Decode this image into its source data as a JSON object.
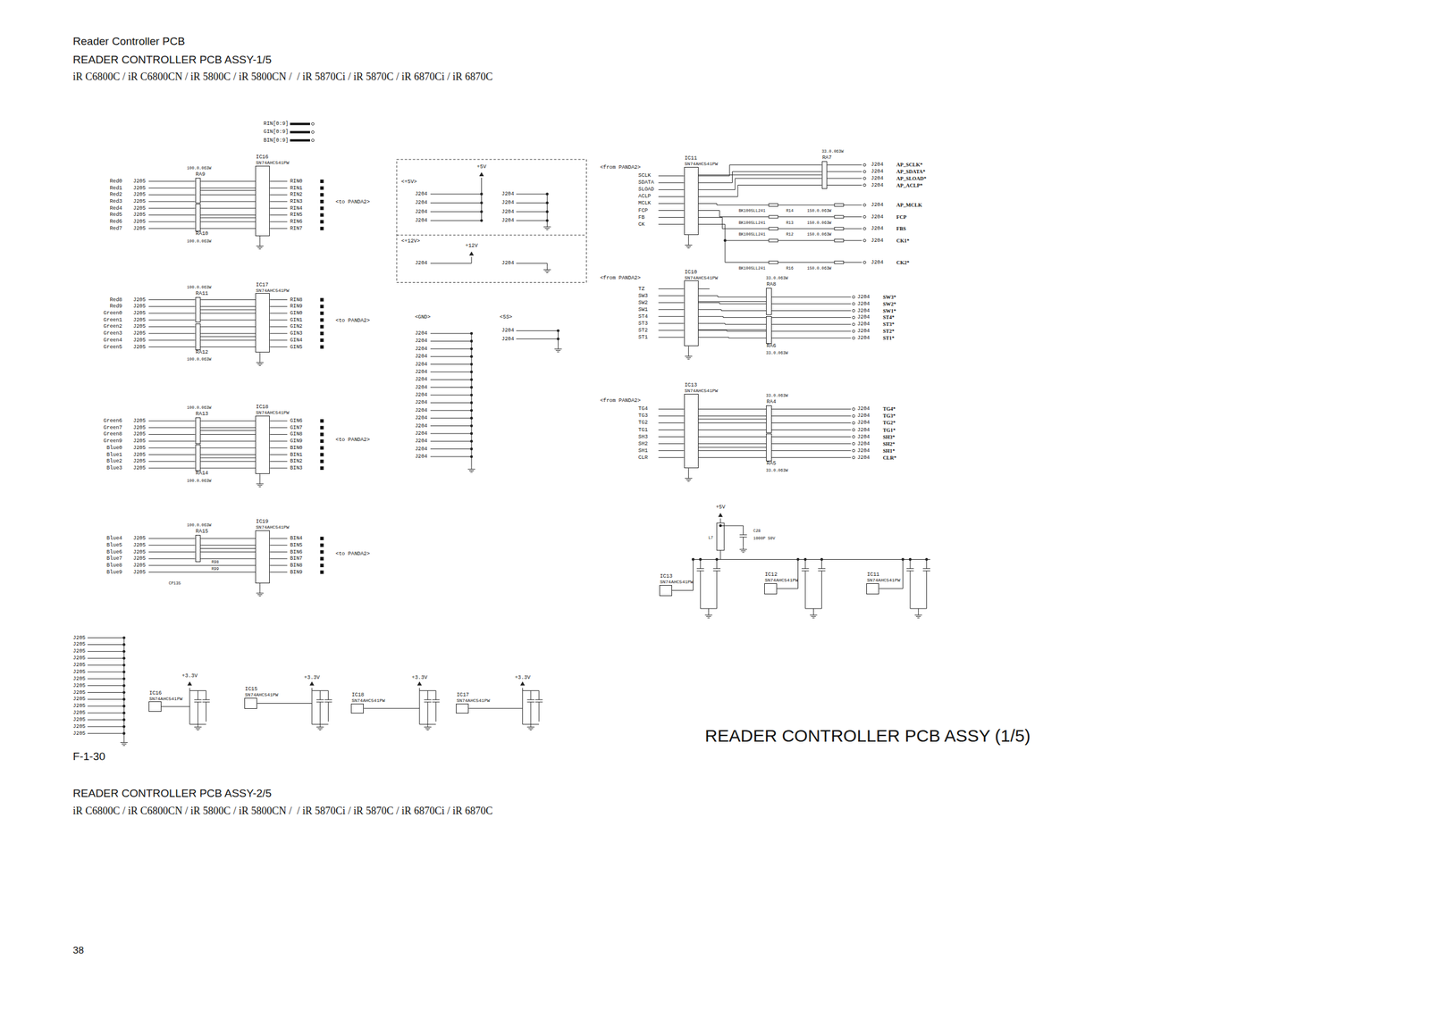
{
  "diagram": {
    "title": "Reader Controller PCB",
    "caption": "READER CONTROLLER PCB ASSY (1/5)",
    "nodes": [
      {
        "text": [
          "IC16",
          "SN74AHC541PW"
        ]
      },
      {
        "text": [
          "RA9"
        ]
      },
      {
        "text": [
          "RA10"
        ]
      },
      {
        "text": [
          "IC17",
          "SN74AHC541PW"
        ]
      },
      {
        "text": [
          "RA11"
        ]
      },
      {
        "text": [
          "RA12"
        ]
      },
      {
        "text": [
          "IC18",
          "SN74AHC541PW"
        ]
      },
      {
        "text": [
          "RA13"
        ]
      },
      {
        "text": [
          "RA14"
        ]
      },
      {
        "text": [
          "IC19",
          "SN74AHC541PW"
        ]
      },
      {
        "text": [
          "RA15"
        ]
      },
      {
        "text": [
          "IC11",
          "SN74AHC541PW"
        ]
      },
      {
        "text": [
          "RA7"
        ]
      },
      {
        "text": [
          "IC10",
          "SN74AHC541PW"
        ]
      },
      {
        "text": [
          "RA8"
        ]
      },
      {
        "text": [
          "RA6"
        ]
      },
      {
        "text": [
          "IC13",
          "SN74AHC541PW"
        ]
      },
      {
        "text": [
          "RA4"
        ]
      },
      {
        "text": [
          "RA5"
        ]
      },
      {
        "text": [
          "IC13",
          "SN74AHC541PW"
        ]
      },
      {
        "text": [
          "IC12",
          "SN74AHC541PW"
        ]
      },
      {
        "text": [
          "IC11",
          "SN74AHC541PW"
        ]
      },
      {
        "text": [
          "IC16",
          "SN74AHC541PW"
        ]
      },
      {
        "text": [
          "IC15",
          "SN74AHC541PW"
        ]
      },
      {
        "text": [
          "IC18",
          "SN74AHC541PW"
        ]
      },
      {
        "text": [
          "IC17",
          "SN74AHC541PW"
        ]
      }
    ],
    "edges": [
      {
        "from": 1,
        "to": 0,
        "arrow": "none"
      },
      {
        "from": 2,
        "to": 0,
        "arrow": "none"
      },
      {
        "from": 4,
        "to": 3,
        "arrow": "none"
      },
      {
        "from": 5,
        "to": 3,
        "arrow": "none"
      },
      {
        "from": 7,
        "to": 6,
        "arrow": "none"
      },
      {
        "from": 8,
        "to": 6,
        "arrow": "none"
      },
      {
        "from": 10,
        "to": 9,
        "arrow": "none"
      },
      {
        "from": 11,
        "to": 12,
        "arrow": "none"
      },
      {
        "from": 13,
        "to": 14,
        "arrow": "none"
      },
      {
        "from": 13,
        "to": 15,
        "arrow": "none"
      },
      {
        "from": 16,
        "to": 17,
        "arrow": "none"
      },
      {
        "from": 16,
        "to": 18,
        "arrow": "none"
      }
    ],
    "labels": [
      "READER CONTROLLER PCB ASSY-1/5",
      "iR C6800C / iR C6800CN / iR 5800C / iR 5800CN /  / iR 5870Ci / iR 5870C / iR 6870Ci / iR 6870C",
      "RIN[0:9]",
      "GIN[0:9]",
      "BIN[0:9]",
      "Red0",
      "Red1",
      "Red2",
      "Red3",
      "Red4",
      "Red5",
      "Red6",
      "Red7",
      "J205",
      "J205",
      "J205",
      "J205",
      "J205",
      "J205",
      "J205",
      "J205",
      "100.0.063W",
      "100.0.063W",
      "RIN0",
      "RIN1",
      "RIN2",
      "RIN3",
      "RIN4",
      "RIN5",
      "RIN6",
      "RIN7",
      "<to PANDA2>",
      "Red8",
      "Red9",
      "Green0",
      "Green1",
      "Green2",
      "Green3",
      "Green4",
      "Green5",
      "J205",
      "J205",
      "J205",
      "J205",
      "J205",
      "J205",
      "J205",
      "J205",
      "100.0.063W",
      "100.0.063W",
      "RIN8",
      "RIN9",
      "GIN0",
      "GIN1",
      "GIN2",
      "GIN3",
      "GIN4",
      "GIN5",
      "<to PANDA2>",
      "Green6",
      "Green7",
      "Green8",
      "Green9",
      "Blue0",
      "Blue1",
      "Blue2",
      "Blue3",
      "J205",
      "J205",
      "J205",
      "J205",
      "J205",
      "J205",
      "J205",
      "J205",
      "100.0.063W",
      "100.0.063W",
      "GIN6",
      "GIN7",
      "GIN8",
      "GIN9",
      "BIN0",
      "BIN1",
      "BIN2",
      "BIN3",
      "<to PANDA2>",
      "Blue4",
      "Blue5",
      "Blue6",
      "Blue7",
      "Blue8",
      "Blue9",
      "J205",
      "J205",
      "J205",
      "J205",
      "J205",
      "J205",
      "100.0.063W",
      "R98",
      "R99",
      "CP135",
      "BIN4",
      "BIN5",
      "BIN6",
      "BIN7",
      "BIN8",
      "BIN9",
      "<to PANDA2>",
      "J205",
      "J205",
      "J205",
      "J205",
      "J205",
      "J205",
      "J205",
      "J205",
      "J205",
      "J205",
      "J205",
      "J205",
      "J205",
      "J205",
      "J205",
      "+3.3V",
      "+3.3V",
      "+3.3V",
      "+3.3V",
      "<+5V>",
      "+5V",
      "J204",
      "J204",
      "J204",
      "J204",
      "J204",
      "J204",
      "J204",
      "J204",
      "<+12V>",
      "+12V",
      "J204",
      "J204",
      "<GND>",
      "J204",
      "J204",
      "J204",
      "J204",
      "J204",
      "J204",
      "J204",
      "J204",
      "J204",
      "J204",
      "J204",
      "J204",
      "J204",
      "J204",
      "J204",
      "J204",
      "J204",
      "<5S>",
      "J204",
      "J204",
      "<from PANDA2>",
      "SCLK",
      "SDATA",
      "SLOAD",
      "ACLP",
      "MCLK",
      "FCP",
      "FB",
      "CK",
      "33.0.063W",
      "J204",
      "J204",
      "J204",
      "J204",
      "AP_SCLK*",
      "AP_SDATA*",
      "AP_SLOAD*",
      "AP_ACLP*",
      "J204",
      "J204",
      "J204",
      "J204",
      "J204",
      "AP_MCLK",
      "FCP",
      "FBS",
      "CK1*",
      "CK2*",
      "BK1005LL241",
      "BK1005LL241",
      "BK1005LL241",
      "BK1005LL241",
      "R14",
      "R13",
      "R12",
      "R16",
      "150.0.063W",
      "150.0.063W",
      "150.0.063W",
      "150.0.063W",
      "<from PANDA2>",
      "TZ",
      "SW3",
      "SW2",
      "SW1",
      "ST4",
      "ST3",
      "ST2",
      "ST1",
      "33.0.063W",
      "33.0.063W",
      "J204",
      "J204",
      "J204",
      "J204",
      "J204",
      "J204",
      "J204",
      "SW3*",
      "SW2*",
      "SW1*",
      "ST4*",
      "ST3*",
      "ST2*",
      "ST1*",
      "<from PANDA2>",
      "TG4",
      "TG3",
      "TG2",
      "TG1",
      "SH3",
      "SH2",
      "SH1",
      "CLR",
      "33.0.063W",
      "33.0.063W",
      "J204",
      "J204",
      "J204",
      "J204",
      "J204",
      "J204",
      "J204",
      "J204",
      "TG4*",
      "TG3*",
      "TG2*",
      "TG1*",
      "SH3*",
      "SH2*",
      "SH1*",
      "CLR*",
      "+5V",
      "L7",
      "C28",
      "1000P 50V",
      "F-1-30",
      "READER CONTROLLER PCB ASSY-2/5",
      "iR C6800C / iR C6800CN / iR 5800C / iR 5800CN /  / iR 5870Ci / iR 5870C / iR 6870Ci / iR 6870C",
      "38"
    ]
  }
}
